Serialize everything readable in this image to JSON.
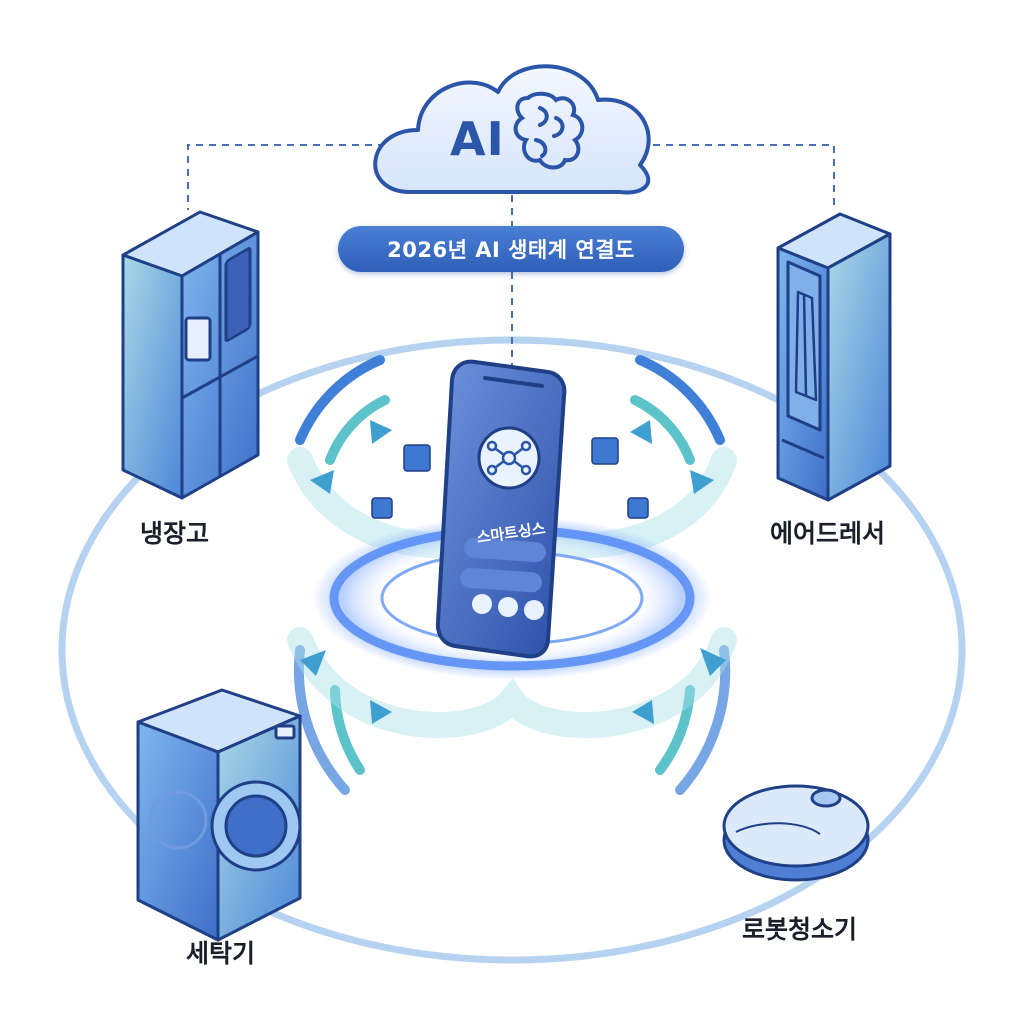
{
  "cloud": {
    "label": "AI"
  },
  "title": "2026년 AI 생태계 연결도",
  "hub": {
    "app_name": "스마트싱스"
  },
  "devices": [
    {
      "id": "fridge",
      "label": "냉장고"
    },
    {
      "id": "airdresser",
      "label": "에어드레서"
    },
    {
      "id": "washer",
      "label": "세탁기"
    },
    {
      "id": "robot_vacuum",
      "label": "로봇청소기"
    }
  ],
  "colors": {
    "primary_blue": "#2f5fb8",
    "accent_teal": "#3fbfb6",
    "glow_blue": "#5b8ff5",
    "outline_navy": "#1f3f86"
  }
}
